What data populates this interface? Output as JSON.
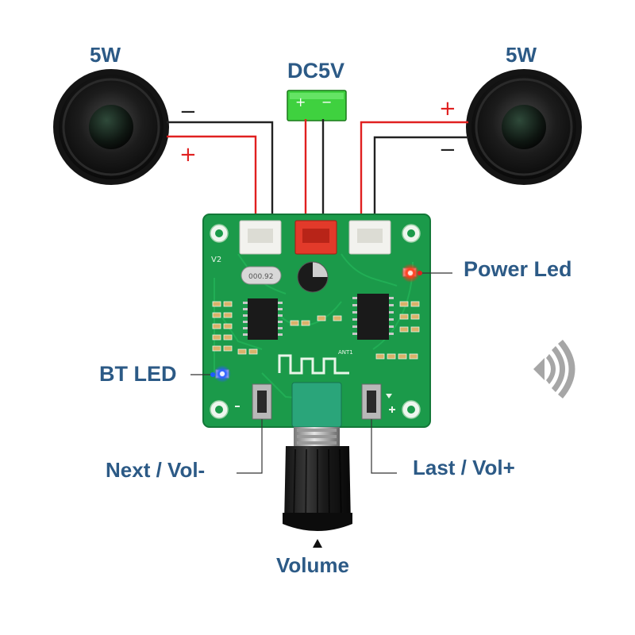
{
  "speakers": {
    "left": {
      "power": "5W",
      "minus": "−",
      "plus": "+"
    },
    "right": {
      "power": "5W",
      "minus": "−",
      "plus": "+"
    }
  },
  "power_input": {
    "label": "DC5V",
    "plus": "+",
    "minus": "−"
  },
  "board": {
    "version_mark": "V2",
    "crystal_mark": "000.92",
    "antenna_mark": "ANT1"
  },
  "callouts": {
    "power_led": "Power Led",
    "bt_led": "BT LED",
    "next_vol_down": "Next / Vol-",
    "last_vol_up": "Last / Vol+",
    "volume": "Volume"
  },
  "colors": {
    "label_text": "#2c5a86",
    "pcb": "#1b9a4a",
    "wire_red": "#e02020",
    "wire_black": "#222222",
    "power_led": "#ff2a1a",
    "bt_led": "#1e5bff",
    "battery": "#3fd13f"
  }
}
